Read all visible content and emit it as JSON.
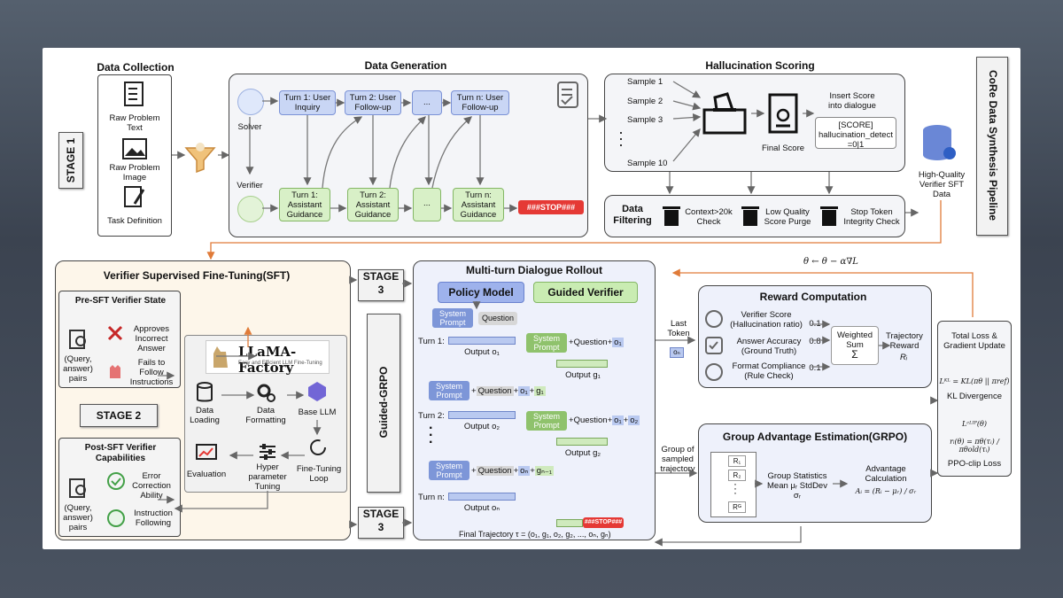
{
  "colors": {
    "accent_blue": "#7b92d6",
    "accent_green": "#84b765",
    "stop_red": "#e53935",
    "arrow_orange": "#e07b39"
  },
  "stage1": "STAGE 1",
  "stage2": "STAGE 2",
  "stage3_top": "STAGE 3",
  "stage3_bottom": "STAGE 3",
  "guided_grpo": "Guided-GRPO",
  "pipeline_title": "CoRe Data Synthesis Pipeline",
  "data_collection": {
    "title": "Data Collection",
    "items": [
      "Raw Problem Text",
      "Raw Problem Image",
      "Task Definition"
    ]
  },
  "data_generation": {
    "title": "Data Generation",
    "solver": "Solver",
    "verifier": "Verifier",
    "turns": [
      "Turn 1: User Inquiry",
      "Turn 2: User Follow-up",
      "...",
      "Turn n: User Follow-up"
    ],
    "guidance": [
      "Turn 1: Assistant Guidance",
      "Turn 2: Assistant Guidance",
      "...",
      "Turn n: Assistant Guidance"
    ],
    "stop": "###STOP###"
  },
  "hallucination": {
    "title": "Hallucination Scoring",
    "samples": [
      "Sample 1",
      "Sample 2",
      "Sample 3",
      "Sample 10"
    ],
    "final_score": "Final Score",
    "insert": "Insert Score into dialogue",
    "score_text": "[SCORE] hallucination_detect =0|1"
  },
  "filtering": {
    "title": "Data Filtering",
    "items": [
      "Context>20k Check",
      "Low Quality Score Purge",
      "Stop Token Integrity Check"
    ]
  },
  "hq_data": "High-Quality Verifier SFT Data",
  "sft": {
    "title": "Verifier Supervised Fine-Tuning(SFT)",
    "pre_title": "Pre-SFT Verifier State",
    "pre_items": [
      "Approves Incorrect Answer",
      "Fails to Follow Instructions"
    ],
    "pairs": "(Query, answer) pairs",
    "llama": "LLaMA-Factory",
    "llama_sub": "Easy and Efficient LLM Fine-Tuning",
    "steps": [
      "Data Loading",
      "Data Formatting",
      "Base LLM",
      "Evaluation",
      "Hyper parameter Tuning",
      "Fine-Tuning Loop"
    ],
    "post_title": "Post-SFT Verifier Capabilities",
    "post_items": [
      "Error Correction Ability",
      "Instruction Following"
    ],
    "pairs2": "(Query, answer) pairs"
  },
  "rollout": {
    "title": "Multi-turn Dialogue Rollout",
    "policy": "Policy Model",
    "guided": "Guided Verifier",
    "system_prompt": "System Prompt",
    "question": "Question",
    "turn1": "Turn 1:",
    "turn2": "Turn 2:",
    "turnn": "Turn n:",
    "output_o1": "Output o₁",
    "output_g1": "Output g₁",
    "output_o2": "Output o₂",
    "output_g2": "Output g₂",
    "output_on": "Output oₙ",
    "o1": "o₁",
    "g1": "g₁",
    "o2": "o₂",
    "on": "oₙ",
    "gn1": "gₙ₋₁",
    "dots": "...",
    "final": "Final Trajectory τ = (o₁, g₁, o₂, g₂, ..., oₙ, gₙ)",
    "stop": "###STOP###"
  },
  "last_token": "Last Token",
  "last_token_sym": "oₙ",
  "group_sampled": "Group of sampled trajectory",
  "update_rule": "θ ← θ − α∇L",
  "reward": {
    "title": "Reward Computation",
    "items": [
      {
        "label": "Verifier Score (Hallucination ratio)",
        "weight": "0.1"
      },
      {
        "label": "Answer Accuracy (Ground Truth)",
        "weight": "0.8"
      },
      {
        "label": "Format Compliance (Rule Check)",
        "weight": "0.1"
      }
    ],
    "weighted": "Weighted Sum",
    "sigma": "Σ",
    "traj": "Trajectory Reward",
    "ri": "Rᵢ"
  },
  "gae": {
    "title": "Group Advantage Estimation(GRPO)",
    "r1": "R₁",
    "r2": "R₂",
    "rg": "Rᴳ",
    "stats": "Group Statistics Mean μᵣ StdDev σᵣ",
    "adv": "Advantage Calculation",
    "adv_formula": "Aᵢ = (Rᵢ − μᵣ) / σᵣ"
  },
  "loss": {
    "total": "Total Loss & Gradient Update",
    "kl_formula": "Lᴷᴸ = KL(πθ || πref)",
    "kl": "KL Divergence",
    "clip_formula": "Lᶜᴸᴵᴾ(θ)",
    "ratio": "rᵢ(θ) = πθ(τᵢ) / πθold(τᵢ)",
    "ppo": "PPO-clip Loss"
  }
}
